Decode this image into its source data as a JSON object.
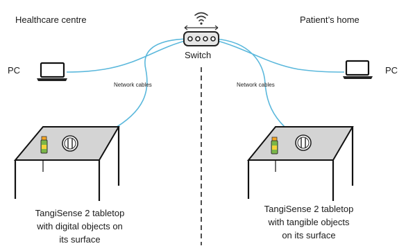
{
  "sites": {
    "left": "Healthcare centre",
    "right": "Patient’s home"
  },
  "switch": {
    "label": "Switch",
    "icon": "network-switch-icon",
    "signal_icon": "wifi-icon"
  },
  "pc": {
    "left_label": "PC",
    "right_label": "PC",
    "icon": "laptop-icon"
  },
  "cables": {
    "left_label": "Network cables",
    "right_label": "Network cables",
    "color": "#5bb8dc"
  },
  "tabletops": {
    "left_caption": [
      "TangiSense 2 tabletop",
      "with digital objects on",
      "its surface"
    ],
    "right_caption": [
      "TangiSense 2 tabletop",
      "with tangible objects",
      "on its surface"
    ],
    "object_icons": [
      "drink-bottle-icon",
      "plate-cutlery-icon"
    ]
  },
  "colors": {
    "cable": "#5bb8dc",
    "table_top": "#d4d4d4",
    "bottle_green": "#7ab648",
    "bottle_orange": "#f5a623"
  }
}
